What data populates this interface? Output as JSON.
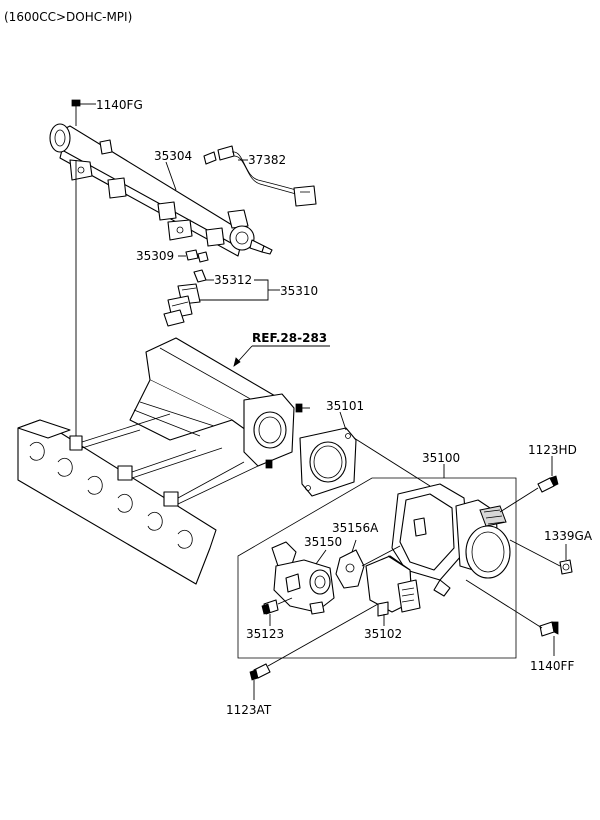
{
  "header": {
    "title": "(1600CC>DOHC-MPI)"
  },
  "labels": {
    "p1140FG": "1140FG",
    "p35304": "35304",
    "p37382": "37382",
    "p35309": "35309",
    "p35312": "35312",
    "p35310": "35310",
    "ref": "REF.28-283",
    "p35101": "35101",
    "p1123HD": "1123HD",
    "p35100": "35100",
    "p35156A": "35156A",
    "p1339GA": "1339GA",
    "p35150": "35150",
    "p35123": "35123",
    "p35102": "35102",
    "p1140FF": "1140FF",
    "p1123AT": "1123AT"
  }
}
